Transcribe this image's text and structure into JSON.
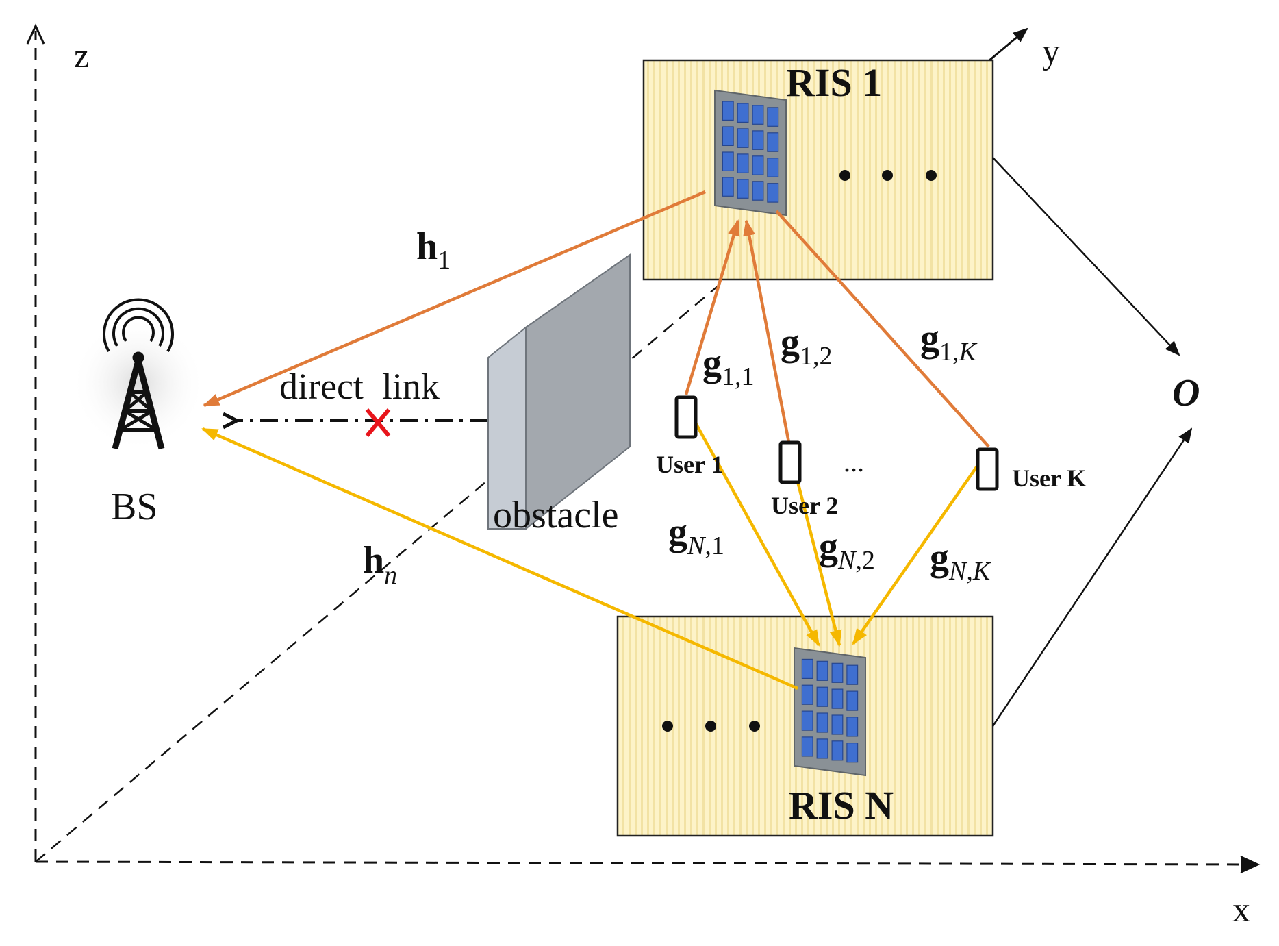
{
  "axes": {
    "x_label": "x",
    "y_label": "y",
    "z_label": "z"
  },
  "ris_top": {
    "title": "RIS 1"
  },
  "ris_bottom": {
    "title": "RIS N"
  },
  "bs": {
    "label": "BS"
  },
  "obstacle": {
    "label": "obstacle"
  },
  "direct_link": {
    "label": "direct  link"
  },
  "origin": {
    "label": "O"
  },
  "ellipsis": "...",
  "users": [
    {
      "label": "User 1"
    },
    {
      "label": "User 2"
    },
    {
      "label": "User K"
    }
  ],
  "channels": {
    "h1": {
      "base": "h",
      "sub": "1"
    },
    "hn": {
      "base": "h",
      "sub": "n"
    },
    "g11": {
      "base": "g",
      "sub": "1,1"
    },
    "g12": {
      "base": "g",
      "sub": "1,2"
    },
    "g1K": {
      "base": "g",
      "sub_a": "1,",
      "sub_b": "K"
    },
    "gN1": {
      "base": "g",
      "sub_a": "N",
      "sub_b": ",1"
    },
    "gN2": {
      "base": "g",
      "sub_a": "N",
      "sub_b": ",2"
    },
    "gNK": {
      "base": "g",
      "sub_a": "N,K"
    }
  },
  "colors": {
    "ris1_links": "#e07b39",
    "risN_links": "#f5b800",
    "blocked_marker": "#e8141b",
    "panel_fill": "#fdf3c8",
    "panel_stripe": "#f2e2a4",
    "ris_element": "#3f6fd0",
    "ris_frame": "#8a9196"
  }
}
